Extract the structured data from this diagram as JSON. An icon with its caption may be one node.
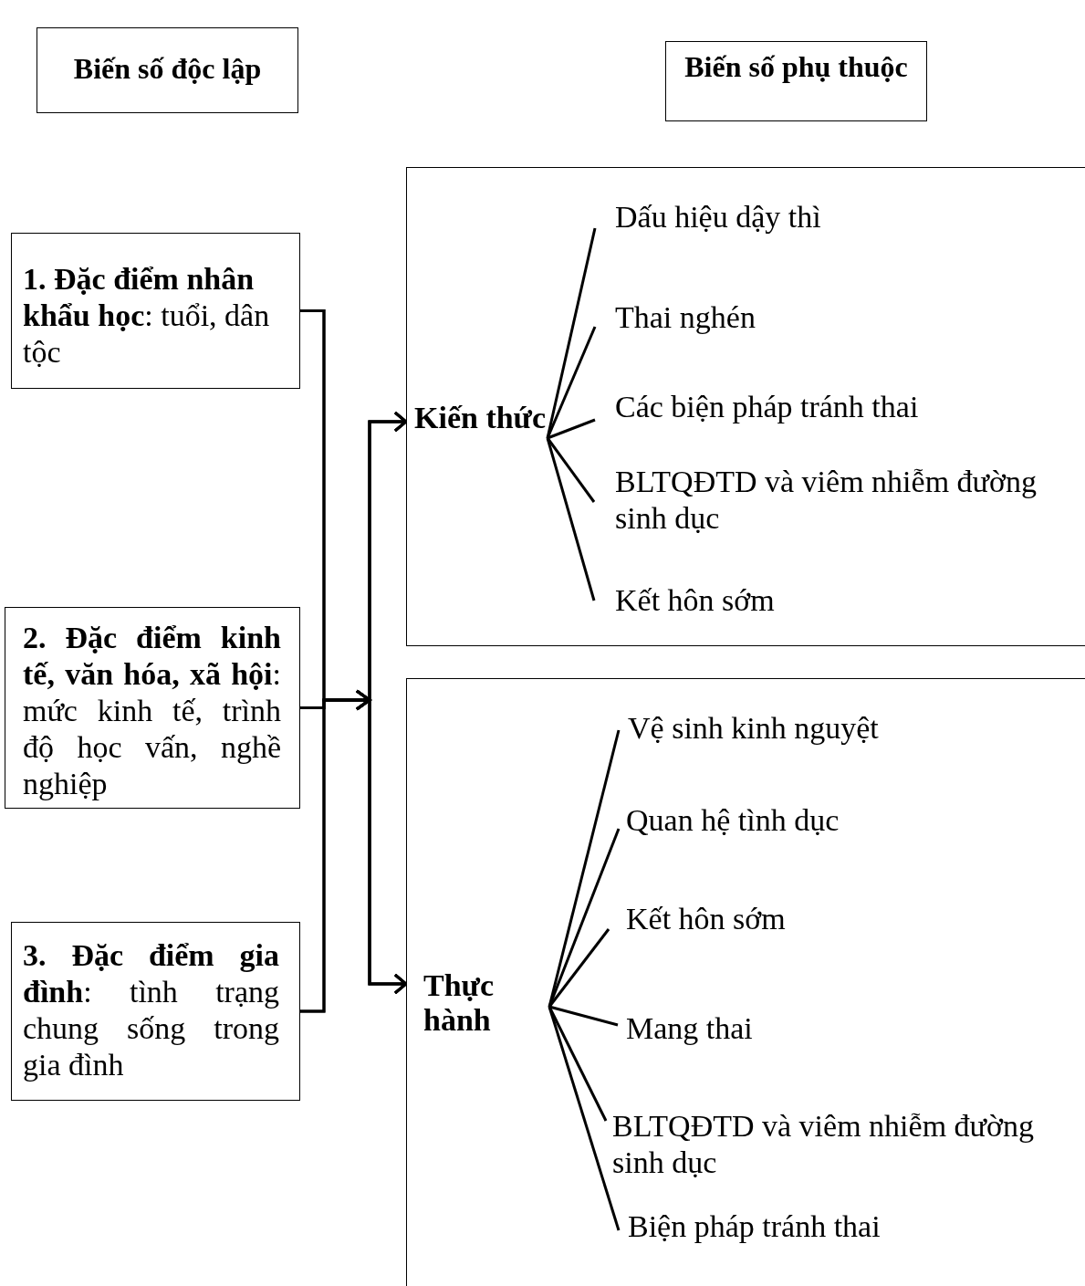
{
  "diagram": {
    "nodes": [
      {
        "text": [
          "Biến số độc lập"
        ]
      },
      {
        "text": [
          "Biến số phụ thuộc"
        ]
      },
      {
        "text": [
          "**1. Đặc điểm nhân khẩu học**: tuổi, dân tộc"
        ]
      },
      {
        "text": [
          "**2. Đặc điểm kinh tế, văn hóa, xã hội**: mức kinh tế, trình độ học vấn, nghề nghiệp"
        ]
      },
      {
        "text": [
          "**3. Đặc điểm gia đình**: tình trạng chung sống trong gia đình"
        ]
      },
      {
        "text": [],
        "shape": "box"
      },
      {
        "text": [
          "Kiến thức"
        ],
        "in": 5
      },
      {
        "text": [
          "Dấu hiệu dậy thì"
        ],
        "in": 5
      },
      {
        "text": [
          "Thai nghén"
        ],
        "in": 5
      },
      {
        "text": [
          "Các biện pháp tránh thai"
        ],
        "in": 5
      },
      {
        "text": [
          "BLTQĐTD và viêm nhiễm đường sinh dục"
        ],
        "in": 5
      },
      {
        "text": [
          "Kết hôn sớm"
        ],
        "in": 5
      },
      {
        "text": [],
        "shape": "box"
      },
      {
        "text": [
          "Thực hành"
        ],
        "in": 12
      },
      {
        "text": [
          "Vệ sinh kinh nguyệt"
        ],
        "in": 12
      },
      {
        "text": [
          "Quan hệ tình dục"
        ],
        "in": 12
      },
      {
        "text": [
          "Kết hôn sớm"
        ],
        "in": 12
      },
      {
        "text": [
          "Mang thai"
        ],
        "in": 12
      },
      {
        "text": [
          "BLTQĐTD và viêm nhiễm đường sinh dục"
        ],
        "in": 12
      },
      {
        "text": [
          "Biện pháp tránh thai"
        ],
        "in": 12
      }
    ],
    "edges": [
      {
        "from": 2,
        "to": 5,
        "arrow": "to"
      },
      {
        "from": 2,
        "to": 12,
        "arrow": "to"
      },
      {
        "from": 3,
        "to": 5,
        "arrow": "to"
      },
      {
        "from": 3,
        "to": 12,
        "arrow": "to"
      },
      {
        "from": 4,
        "to": 5,
        "arrow": "to"
      },
      {
        "from": 4,
        "to": 12,
        "arrow": "to"
      },
      {
        "from": 6,
        "to": 7,
        "arrow": "none"
      },
      {
        "from": 6,
        "to": 8,
        "arrow": "none"
      },
      {
        "from": 6,
        "to": 9,
        "arrow": "none"
      },
      {
        "from": 6,
        "to": 10,
        "arrow": "none"
      },
      {
        "from": 6,
        "to": 11,
        "arrow": "none"
      },
      {
        "from": 13,
        "to": 14,
        "arrow": "none"
      },
      {
        "from": 13,
        "to": 15,
        "arrow": "none"
      },
      {
        "from": 13,
        "to": 16,
        "arrow": "none"
      },
      {
        "from": 13,
        "to": 17,
        "arrow": "none"
      },
      {
        "from": 13,
        "to": 18,
        "arrow": "none"
      },
      {
        "from": 13,
        "to": 19,
        "arrow": "none"
      }
    ]
  }
}
